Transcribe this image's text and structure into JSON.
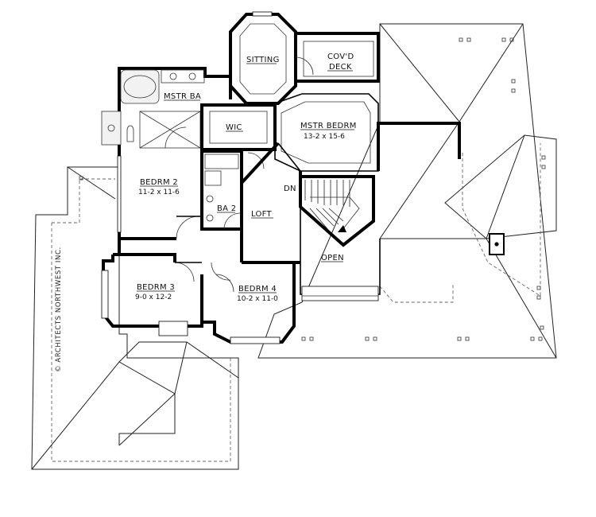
{
  "rooms": {
    "sitting": "SITTING",
    "covd_deck": [
      "COV'D",
      "DECK"
    ],
    "mstr_ba": "MSTR BA",
    "wic": "WIC",
    "mstr_bedrm": "MSTR BEDRM",
    "mstr_bedrm_dim": "13-2 x 15-6",
    "bedrm2": "BEDRM 2",
    "bedrm2_dim": "11-2 x 11-6",
    "ba2": "BA 2",
    "loft": "LOFT",
    "dn": "DN",
    "open": "OPEN",
    "bedrm3": "BEDRM 3",
    "bedrm3_dim": "9-0 x 12-2",
    "bedrm4": "BEDRM 4",
    "bedrm4_dim": "10-2 x 11-0"
  },
  "copyright": "© ARCHITECTS NORTHWEST INC."
}
